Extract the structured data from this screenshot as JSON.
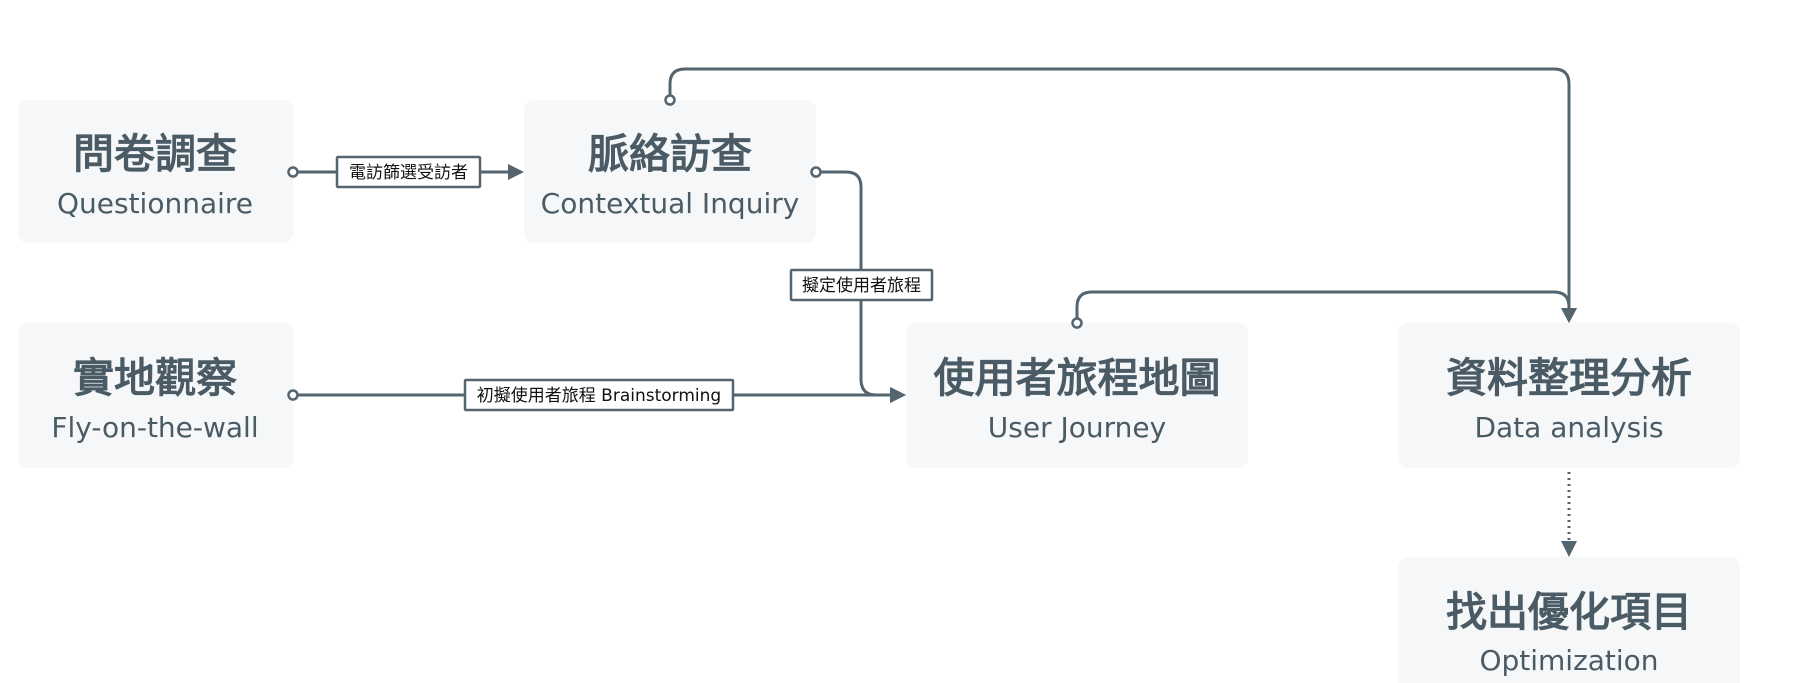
{
  "nodes": {
    "questionnaire": {
      "title": "問卷調查",
      "subtitle": "Questionnaire"
    },
    "contextual": {
      "title": "脈絡訪查",
      "subtitle": "Contextual Inquiry"
    },
    "fly": {
      "title": "實地觀察",
      "subtitle": "Fly-on-the-wall"
    },
    "journey": {
      "title": "使用者旅程地圖",
      "subtitle": "User Journey"
    },
    "analysis": {
      "title": "資料整理分析",
      "subtitle": "Data analysis"
    },
    "optimization": {
      "title": "找出優化項目",
      "subtitle": "Optimization"
    }
  },
  "edges": {
    "q_to_c": {
      "label": "電訪篩選受訪者"
    },
    "c_to_j": {
      "label": "擬定使用者旅程"
    },
    "f_to_j": {
      "label": "初擬使用者旅程 Brainstorming"
    },
    "c_to_a": {
      "label": ""
    },
    "j_to_a": {
      "label": ""
    },
    "a_to_o": {
      "label": "",
      "style": "dotted"
    }
  },
  "colors": {
    "node_fill": "#f5f7f8",
    "text": "#4a5b66",
    "connector": "#55656f"
  }
}
